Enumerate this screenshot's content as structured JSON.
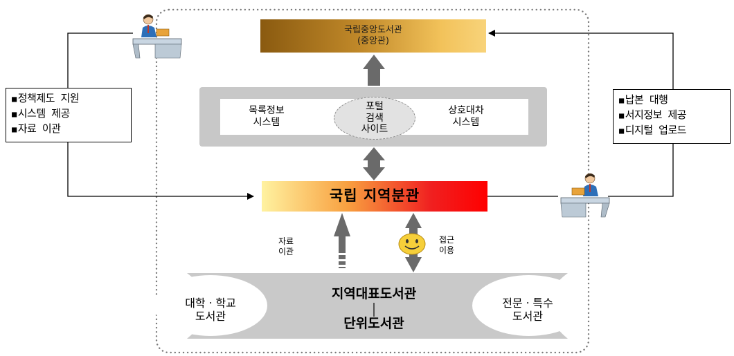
{
  "central_library": {
    "line1": "국립중앙도서관",
    "line2": "(중앙관)"
  },
  "systems_panel": {
    "catalog_system": {
      "line1": "목록정보",
      "line2": "시스템"
    },
    "portal_site": {
      "line1": "포털",
      "line2": "검색",
      "line3": "사이트"
    },
    "ill_system": {
      "line1": "상호대차",
      "line2": "시스템"
    }
  },
  "regional_branch": {
    "label": "국립 지역분관"
  },
  "left_support_box": {
    "items": [
      "정책제도 지원",
      "시스템 제공",
      "자료 이관"
    ]
  },
  "right_service_box": {
    "items": [
      "납본 대행",
      "서지정보 제공",
      "디지털 업로드"
    ]
  },
  "transfer_label": {
    "line1": "자료",
    "line2": "이관"
  },
  "access_label": {
    "line1": "접근",
    "line2": "이용"
  },
  "local_libraries": {
    "representative": "지역대표도서관",
    "unit": "단위도서관",
    "university_school": {
      "line1": "대학ㆍ학교",
      "line2": "도서관"
    },
    "special": {
      "line1": "전문ㆍ특수",
      "line2": "도서관"
    }
  },
  "icons": {
    "left_person": "reading-person-icon",
    "right_person": "reading-person-icon",
    "smiley": "smiley-face-icon"
  },
  "colors": {
    "central_gradient": [
      "#8a5a10",
      "#f8d37a"
    ],
    "regional_gradient": [
      "#fff2a0",
      "#ff0000"
    ],
    "panel_gray": "#c8c8c8",
    "arrow_gray": "#6a6a6a",
    "boundary_dots": "#7a7a7a"
  }
}
